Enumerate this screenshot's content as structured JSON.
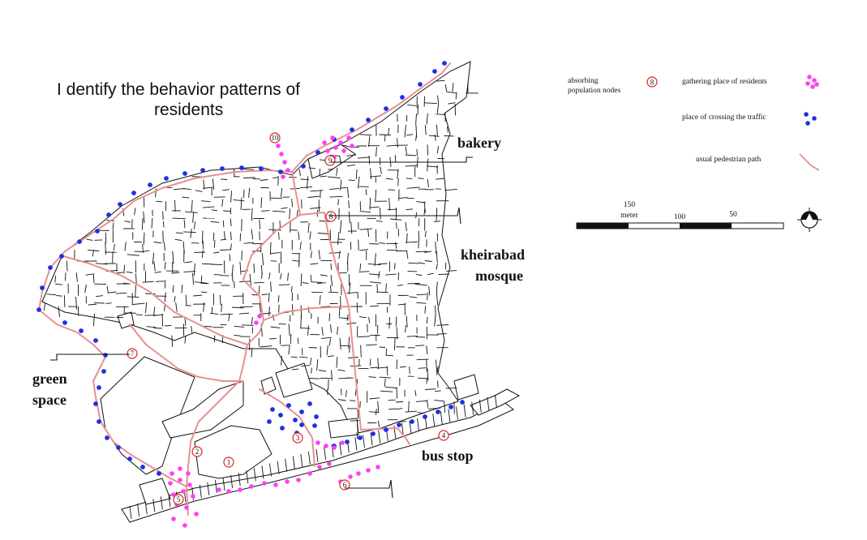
{
  "title": {
    "line1": "I dentify the behavior patterns of",
    "line2": "residents"
  },
  "labels": {
    "bakery": "bakery",
    "mosque_line1": "kheirabad",
    "mosque_line2": "mosque",
    "green_line1": "green",
    "green_line2": "space",
    "bus_stop": "bus stop"
  },
  "legend": {
    "nodes_line1": "absorbing",
    "nodes_line2": "population nodes",
    "gathering": "gathering place of residents",
    "crossing": "place of crossing the traffic",
    "pedestrian": "usual pedestrian path"
  },
  "scale": {
    "unit": "meter",
    "ticks": [
      "150",
      "100",
      "50"
    ]
  },
  "nodes": [
    "1",
    "2",
    "3",
    "4",
    "5",
    "6",
    "7",
    "8",
    "9",
    "10"
  ],
  "colors": {
    "pedestrian_path": "#e88f8f",
    "gathering": "#ff3ff3",
    "crossing": "#1d2fe6",
    "node_circle": "#e02020",
    "outline": "#111111"
  }
}
